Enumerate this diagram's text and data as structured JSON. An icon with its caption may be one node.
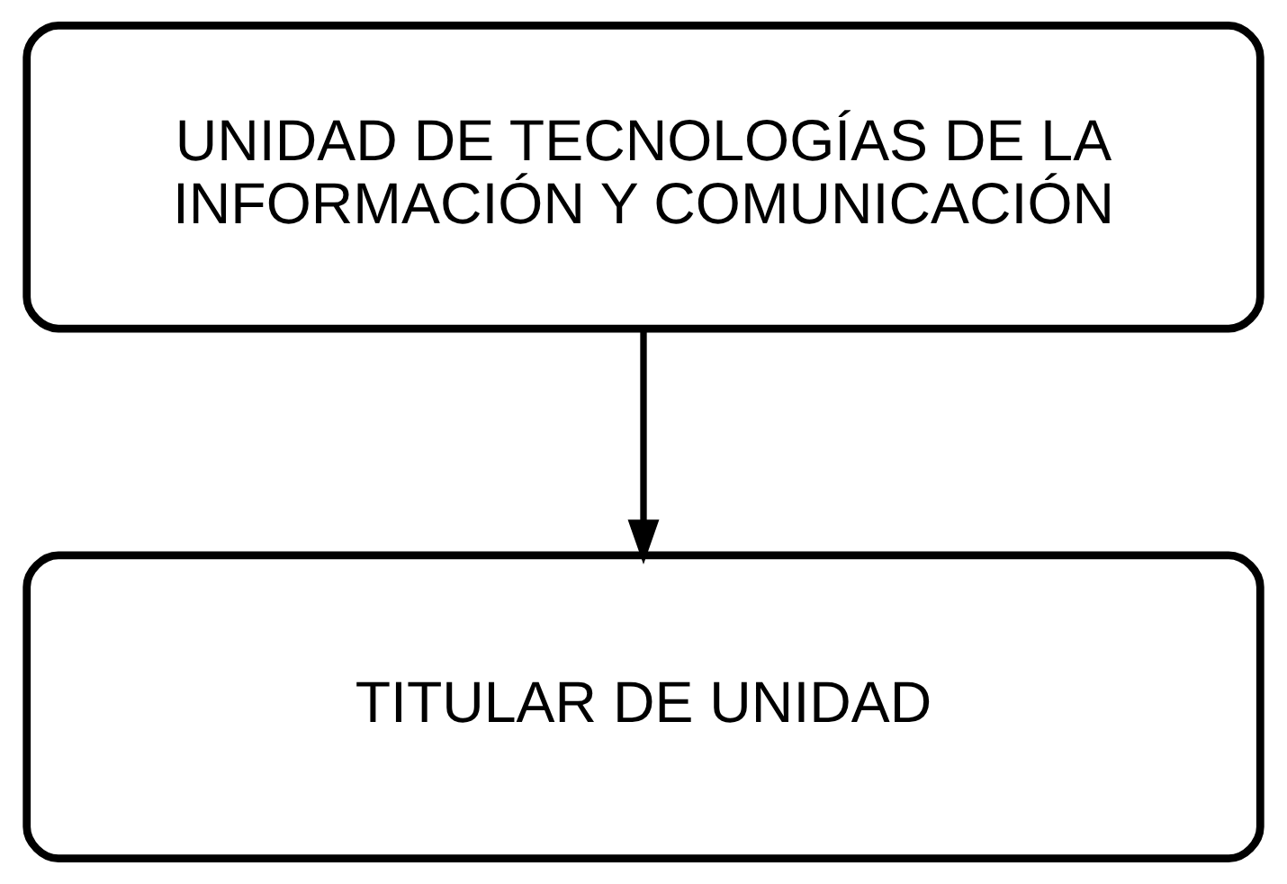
{
  "diagram": {
    "nodes": [
      {
        "text": [
          "UNIDAD DE TECNOLOGÍAS DE LA INFORMACIÓN Y COMUNICACIÓN"
        ]
      },
      {
        "text": [
          "TITULAR DE UNIDAD"
        ]
      }
    ],
    "edges": [
      {
        "from": 0,
        "to": 1,
        "arrow": "to"
      }
    ]
  }
}
